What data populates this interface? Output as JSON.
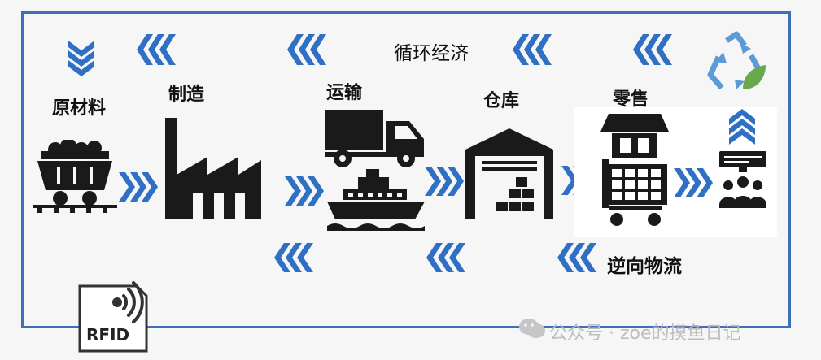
{
  "title": "循环经济",
  "stages": {
    "raw": "原材料",
    "manufacture": "制造",
    "transport": "运输",
    "warehouse": "仓库",
    "retail": "零售"
  },
  "reverse_label": "逆向物流",
  "rfid_label": "RFID",
  "watermark": "公众号 · zoe的摸鱼日记",
  "colors": {
    "accent": "#2f6fc4",
    "frame": "#3f6fb8",
    "icon": "#1a1a1a",
    "recycle": "#5a9bd8"
  },
  "icons": [
    "down-chevron-icon",
    "mine-cart-icon",
    "factory-icon",
    "truck-icon",
    "ship-icon",
    "warehouse-icon",
    "shop-cart-icon",
    "up-chevron-icon",
    "people-screen-icon",
    "recycle-icon",
    "rfid-tag-icon",
    "wechat-icon"
  ]
}
